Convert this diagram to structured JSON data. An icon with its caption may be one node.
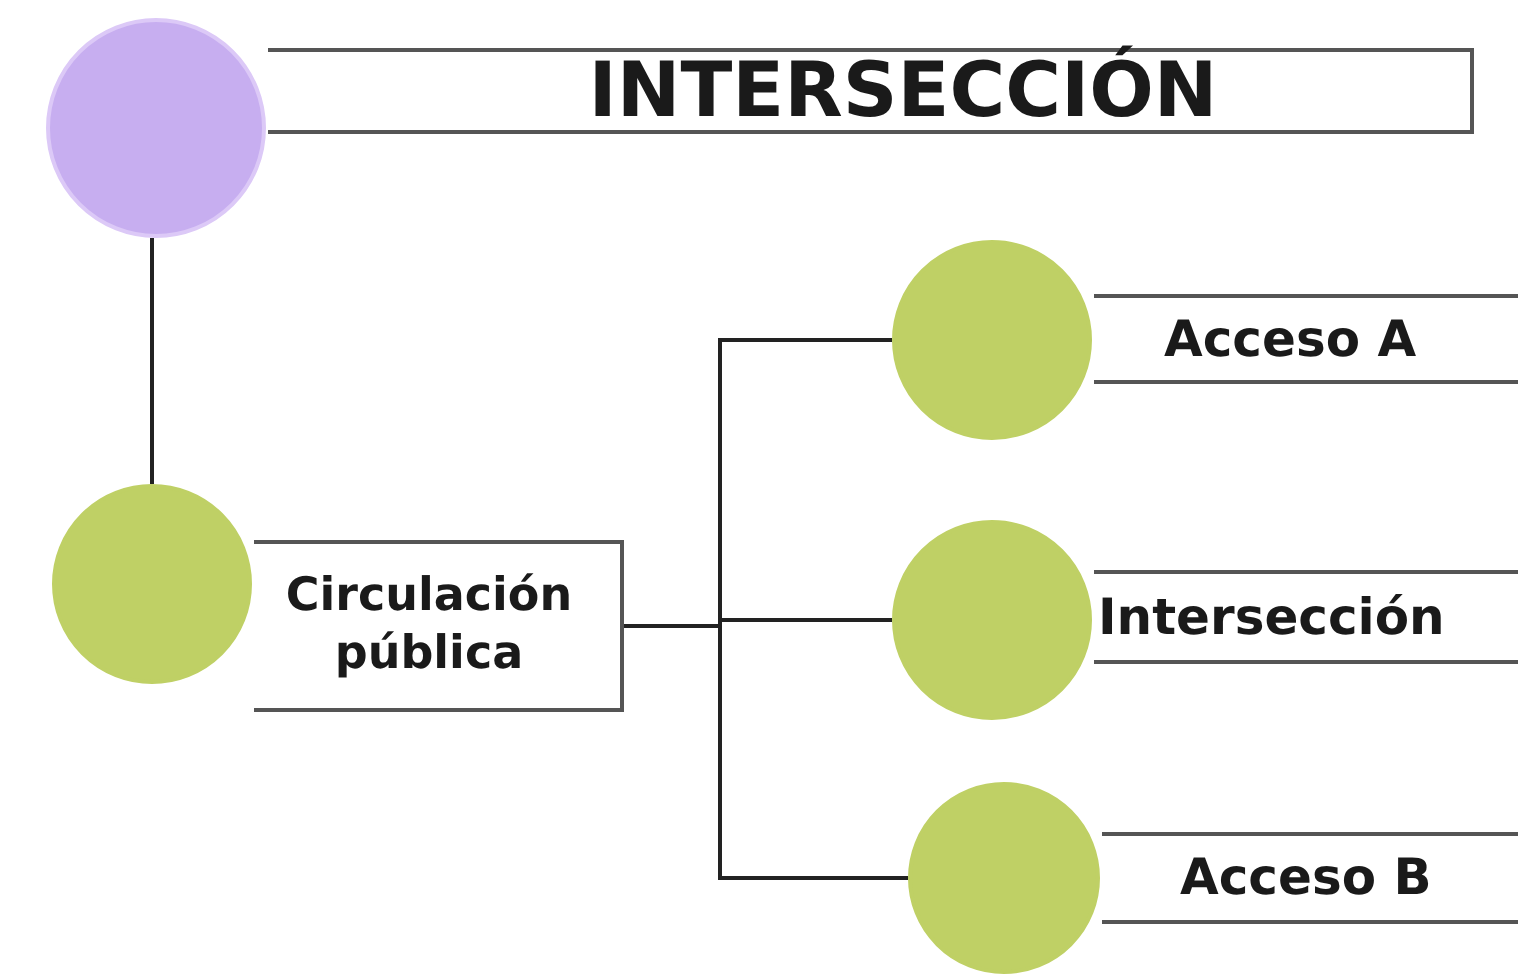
{
  "diagram": {
    "nodes": [
      {
        "text": [],
        "shape": "circle"
      },
      {
        "text": [
          "INTERSECCIÓN"
        ]
      },
      {
        "text": [],
        "shape": "circle"
      },
      {
        "text": [
          "Circulación pública"
        ]
      },
      {
        "text": [],
        "shape": "circle"
      },
      {
        "text": [
          "Acceso A"
        ]
      },
      {
        "text": [],
        "shape": "circle"
      },
      {
        "text": [
          "Intersección"
        ]
      },
      {
        "text": [],
        "shape": "circle"
      },
      {
        "text": [
          "Acceso B"
        ]
      }
    ],
    "edges": [
      {
        "from": 0,
        "to": 2,
        "arrow": "none"
      },
      {
        "from": 3,
        "to": 4,
        "arrow": "none"
      },
      {
        "from": 3,
        "to": 6,
        "arrow": "none"
      },
      {
        "from": 3,
        "to": 8,
        "arrow": "none"
      }
    ]
  }
}
